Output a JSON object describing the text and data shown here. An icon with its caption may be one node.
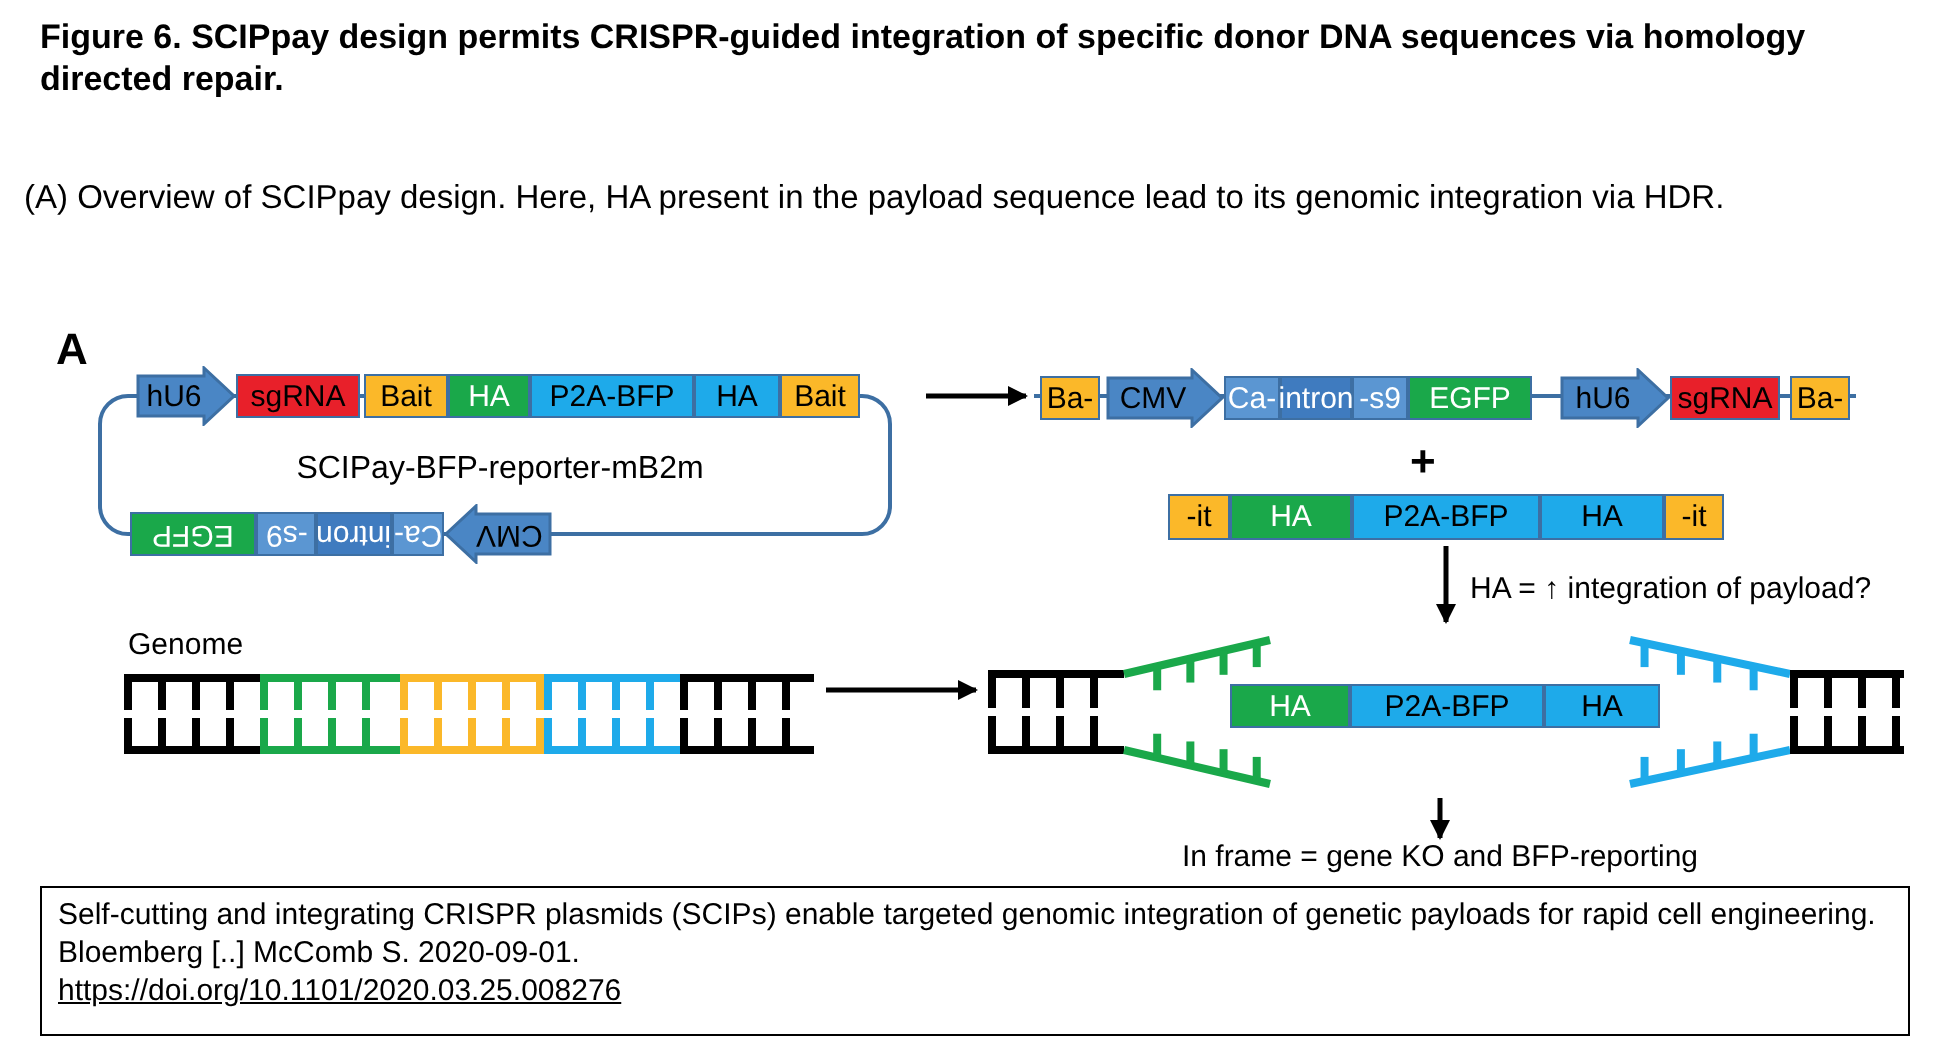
{
  "diagram": {
    "title": "Figure 6. SCIPpay design permits CRISPR-guided integration of specific donor DNA sequences via homology directed repair.",
    "caption": "(A) Overview of SCIPpay design. Here, HA present in the payload sequence lead to its genomic integration via HDR.",
    "nodes": [
      {
        "text": [
          "SCIPay-BFP-reporter-mB2m"
        ]
      },
      {
        "text": [
          "hU6"
        ]
      },
      {
        "text": [
          "sgRNA"
        ]
      },
      {
        "text": [
          "Bait"
        ]
      },
      {
        "text": [
          "HA"
        ]
      },
      {
        "text": [
          "P2A-BFP"
        ]
      },
      {
        "text": [
          "HA"
        ]
      },
      {
        "text": [
          "Bait"
        ]
      },
      {
        "text": [
          "EGFP"
        ]
      },
      {
        "text": [
          "-s9"
        ]
      },
      {
        "text": [
          "intron"
        ]
      },
      {
        "text": [
          "Ca-"
        ]
      },
      {
        "text": [
          "CMV"
        ]
      },
      {
        "text": [],
        "shape": "bar"
      },
      {
        "text": [
          "Ba-"
        ],
        "in": 13
      },
      {
        "text": [
          "CMV"
        ],
        "in": 13
      },
      {
        "text": [
          "Ca-"
        ],
        "in": 13
      },
      {
        "text": [
          "intron"
        ],
        "in": 13
      },
      {
        "text": [
          "-s9"
        ],
        "in": 13
      },
      {
        "text": [
          "EGFP"
        ],
        "in": 13
      },
      {
        "text": [
          "hU6"
        ],
        "in": 13
      },
      {
        "text": [
          "sgRNA"
        ],
        "in": 13
      },
      {
        "text": [
          "Ba-"
        ],
        "in": 13
      },
      {
        "text": [],
        "shape": "bar"
      },
      {
        "text": [
          "-it"
        ],
        "in": 23
      },
      {
        "text": [
          "HA"
        ],
        "in": 23
      },
      {
        "text": [
          "P2A-BFP"
        ],
        "in": 23
      },
      {
        "text": [
          "HA"
        ],
        "in": 23
      },
      {
        "text": [
          "-it"
        ],
        "in": 23
      },
      {
        "text": [
          "Genome"
        ]
      },
      {
        "text": [],
        "shape": "picture"
      },
      {
        "text": [
          "HA"
        ],
        "in": 30
      },
      {
        "text": [
          "P2A-BFP"
        ],
        "in": 30
      },
      {
        "text": [
          "HA"
        ],
        "in": 30
      },
      {
        "text": [
          "In frame = gene KO and BFP-reporting"
        ]
      },
      {
        "text": [
          "Self-cutting and integrating CRISPR plasmids (SCIPs) enable targeted genomic integration of genetic payloads for rapid cell engineering. Bloemberg [..] McComb S. 2020-09-01.",
          "https://doi.org/10.1101/2020.03.25.008276"
        ]
      }
    ],
    "edges": [
      {
        "from": 0,
        "to": 13,
        "arrow": "to"
      },
      {
        "from": 29,
        "to": 30,
        "arrow": "to"
      },
      {
        "from": 23,
        "to": 30,
        "arrow": "to"
      },
      {
        "from": 30,
        "to": 34,
        "arrow": "to"
      }
    ],
    "labels": [
      "A",
      "+",
      "HA = ↑ integration of payload?"
    ]
  }
}
